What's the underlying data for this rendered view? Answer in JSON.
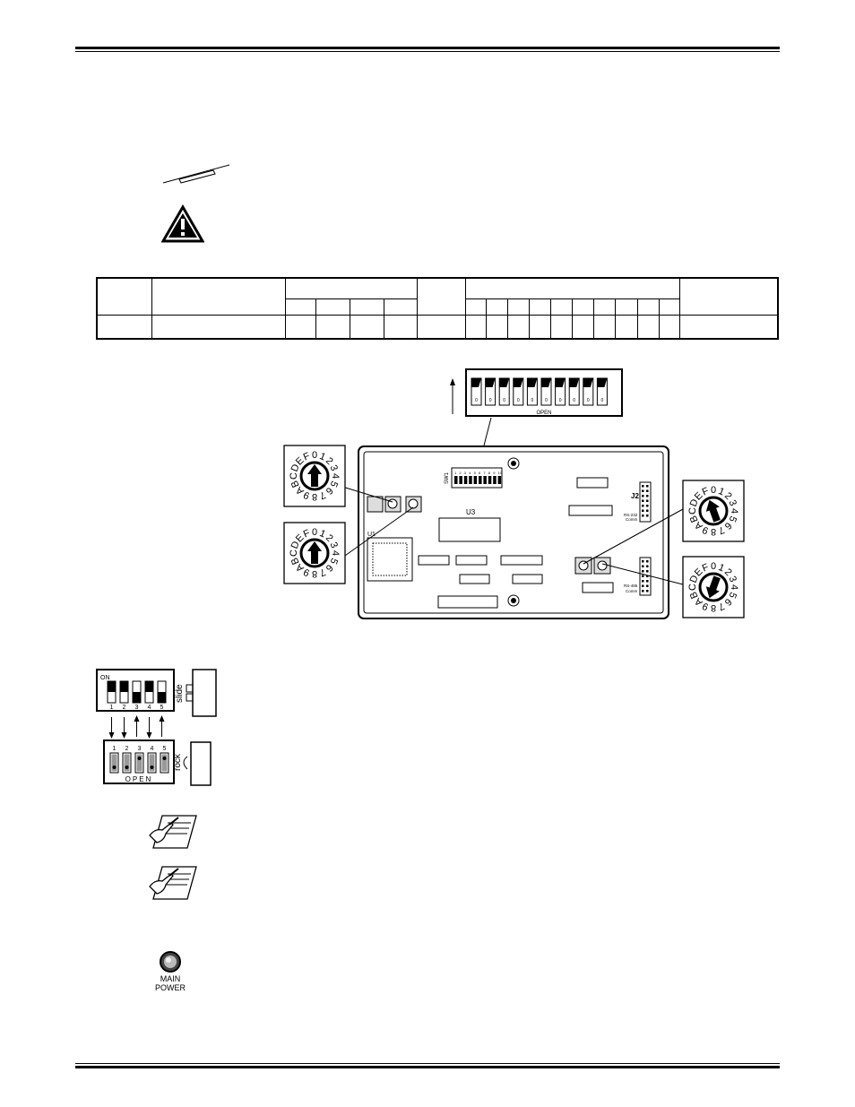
{
  "labels": {
    "open_top": "OPEN",
    "open_small": "OPEN",
    "sw1": "SW1",
    "u3": "U3",
    "u1": "U1",
    "j2": "J2",
    "rs232": "RS-232",
    "comm1": "Comm",
    "rs485": "RS-485",
    "comm2": "Comm",
    "on": "ON",
    "slide": "slide",
    "rock": "rock",
    "main": "MAIN",
    "power": "POWER"
  },
  "dip_numbers_small": [
    "1",
    "2",
    "3",
    "4",
    "5"
  ],
  "dip_numbers_board": [
    "1",
    "2",
    "3",
    "4",
    "5",
    "6",
    "7",
    "8",
    "9",
    "10"
  ],
  "dial_chars": [
    "0",
    "1",
    "2",
    "3",
    "4",
    "5",
    "6",
    "7",
    "8",
    "9",
    "A",
    "B",
    "C",
    "D",
    "E",
    "F"
  ],
  "icons": [
    "pin-tool-icon",
    "warning-icon",
    "note-icon",
    "note-icon",
    "main-power-led-icon"
  ]
}
